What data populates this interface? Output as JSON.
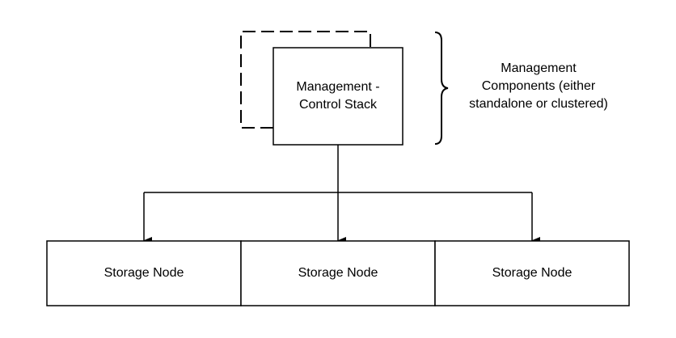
{
  "diagram": {
    "management": {
      "line1": "Management -",
      "line2": "Control Stack"
    },
    "annotation": {
      "line1": "Management",
      "line2": "Components (either",
      "line3": "standalone or clustered)"
    },
    "storage_nodes": [
      {
        "label": "Storage Node"
      },
      {
        "label": "Storage Node"
      },
      {
        "label": "Storage Node"
      }
    ]
  },
  "colors": {
    "stroke": "#000000",
    "background": "#ffffff"
  }
}
